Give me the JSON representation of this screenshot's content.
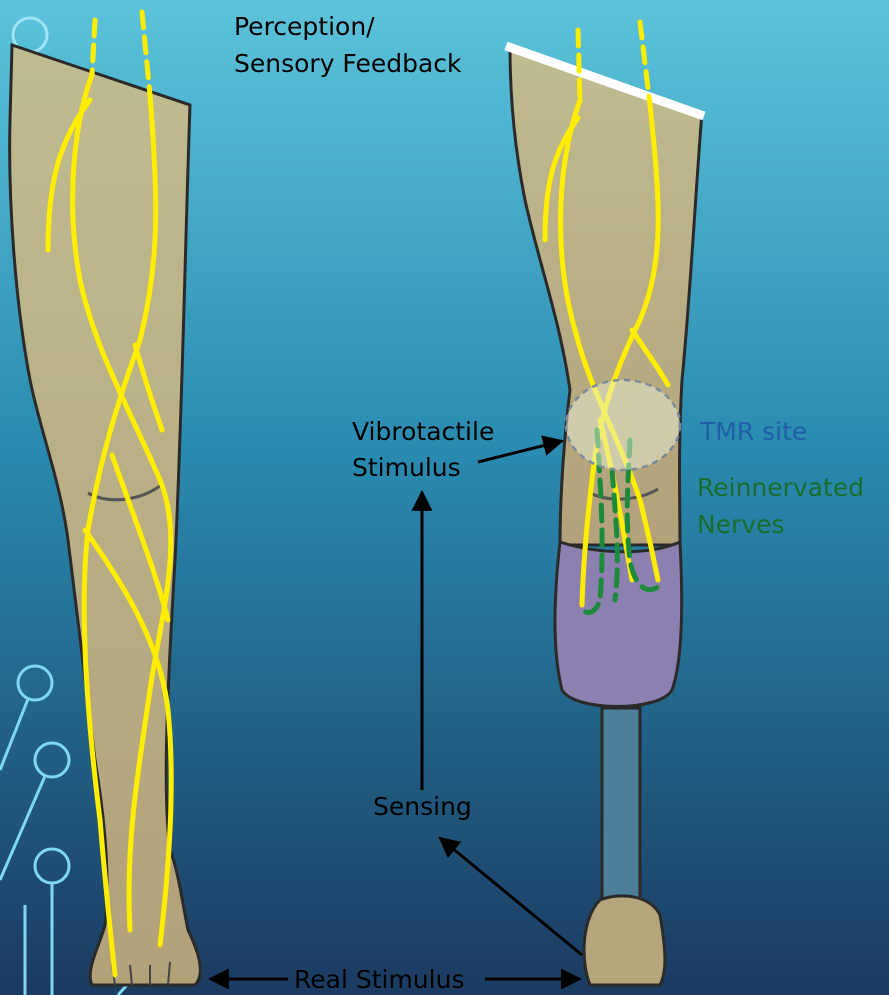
{
  "labels": {
    "perception_line1": "Perception/",
    "perception_line2": "Sensory Feedback",
    "vibro_line1": "Vibrotactile",
    "vibro_line2": "Stimulus",
    "tmr_site": "TMR site",
    "reinnervated_line1": "Reinnervated",
    "reinnervated_line2": "Nerves",
    "sensing": "Sensing",
    "real_stimulus": "Real Stimulus"
  },
  "colors": {
    "background_top": "#5bbfd8",
    "background_bottom": "#1d3d62",
    "leg_fill": "#bcb58c",
    "nerve": "#ffee00",
    "reinnervated_nerve": "#1b8a3a",
    "socket": "#8b7fae",
    "pylon": "#4f7e98",
    "tmr_text": "#1f5fa8",
    "reinnervated_text": "#176e2c"
  }
}
